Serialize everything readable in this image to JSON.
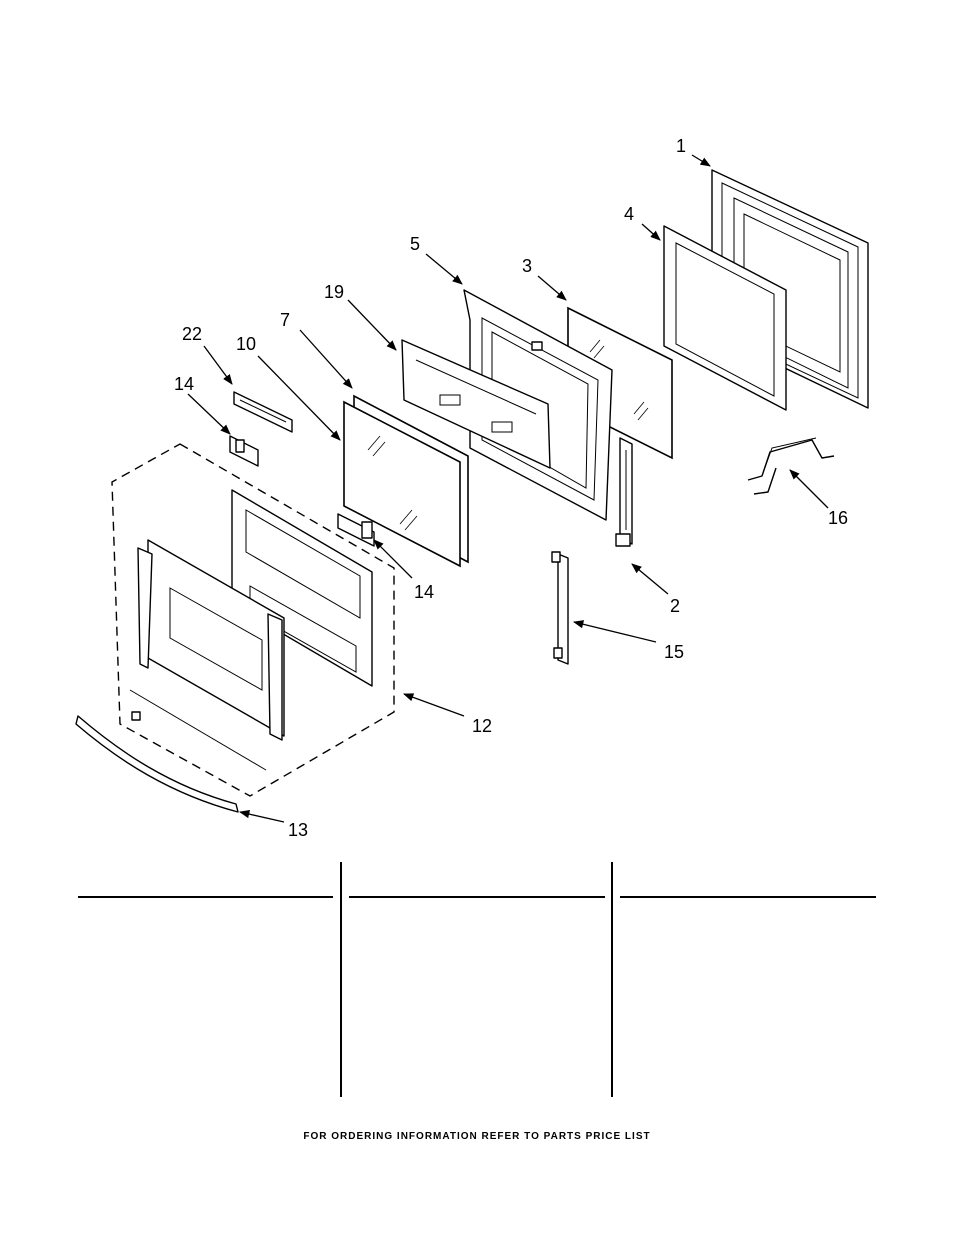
{
  "diagram": {
    "callouts": [
      {
        "id": "1",
        "label": "1"
      },
      {
        "id": "4",
        "label": "4"
      },
      {
        "id": "5",
        "label": "5"
      },
      {
        "id": "3",
        "label": "3"
      },
      {
        "id": "19",
        "label": "19"
      },
      {
        "id": "7",
        "label": "7"
      },
      {
        "id": "22",
        "label": "22"
      },
      {
        "id": "10",
        "label": "10"
      },
      {
        "id": "14a",
        "label": "14"
      },
      {
        "id": "14b",
        "label": "14"
      },
      {
        "id": "16",
        "label": "16"
      },
      {
        "id": "2",
        "label": "2"
      },
      {
        "id": "15",
        "label": "15"
      },
      {
        "id": "12",
        "label": "12"
      },
      {
        "id": "13",
        "label": "13"
      }
    ]
  },
  "footer": {
    "text": "FOR ORDERING INFORMATION REFER TO PARTS PRICE LIST"
  }
}
